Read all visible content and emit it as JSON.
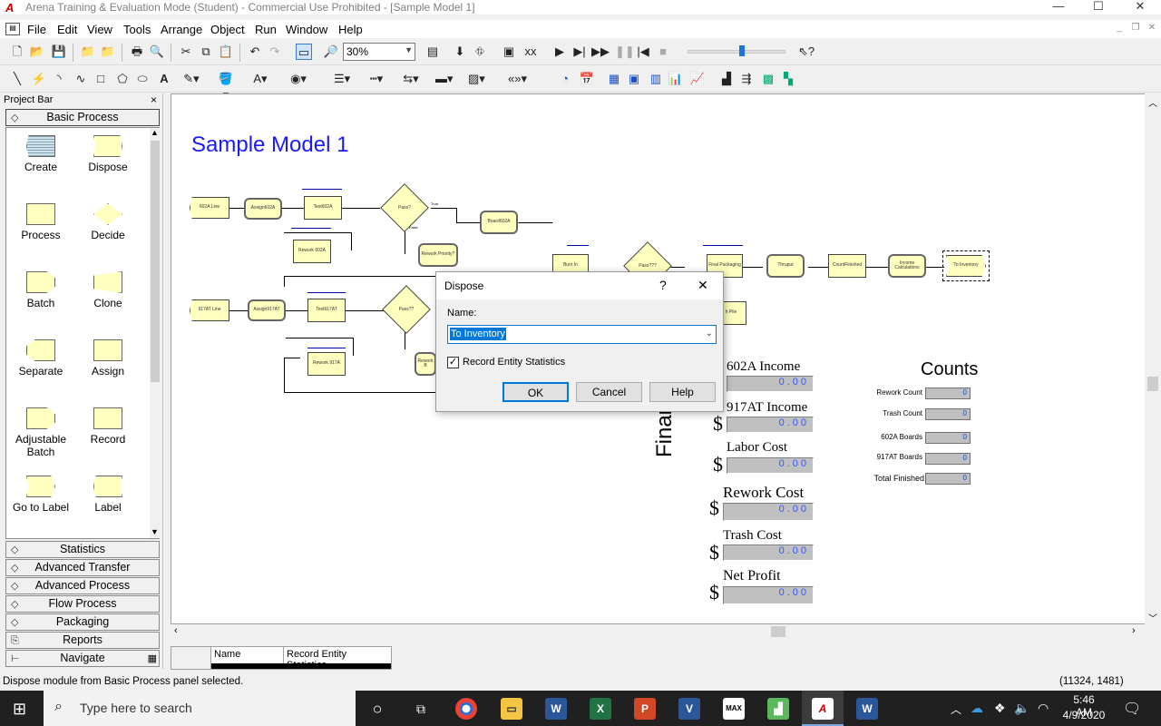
{
  "window": {
    "title": "Arena Training & Evaluation Mode (Student) - Commercial Use Prohibited - [Sample Model 1]",
    "minimize": "—",
    "maximize": "☐",
    "close": "✕"
  },
  "menu": [
    "File",
    "Edit",
    "View",
    "Tools",
    "Arrange",
    "Object",
    "Run",
    "Window",
    "Help"
  ],
  "toolbar": {
    "zoom_value": "30%"
  },
  "project_bar": {
    "title": "Project Bar",
    "close": "×",
    "active_panel": "Basic Process",
    "modules": [
      {
        "label": "Create",
        "icon": "create-module-icon"
      },
      {
        "label": "Dispose",
        "icon": "dispose-module-icon"
      },
      {
        "label": "Process",
        "icon": "process-module-icon"
      },
      {
        "label": "Decide",
        "icon": "decide-module-icon"
      },
      {
        "label": "Batch",
        "icon": "batch-module-icon"
      },
      {
        "label": "Clone",
        "icon": "clone-module-icon"
      },
      {
        "label": "Separate",
        "icon": "separate-module-icon"
      },
      {
        "label": "Assign",
        "icon": "assign-module-icon"
      },
      {
        "label": "Adjustable Batch",
        "icon": "adjustable-batch-module-icon"
      },
      {
        "label": "Record",
        "icon": "record-module-icon"
      },
      {
        "label": "Go to Label",
        "icon": "goto-label-module-icon"
      },
      {
        "label": "Label",
        "icon": "label-module-icon"
      }
    ],
    "panels": [
      "Statistics",
      "Advanced Transfer",
      "Advanced Process",
      "Flow Process",
      "Packaging",
      "Reports",
      "Navigate"
    ]
  },
  "model": {
    "title": "Sample Model 1",
    "blocks": {
      "b602a_line": "602A Line",
      "assign602a": "Assign602A",
      "test602a": "Test602A",
      "pass1": "Pass?",
      "board602a": "Board602A",
      "rework602a": "Rework 602A",
      "rework_priority": "Rework Priority?",
      "burnin": "Burn In",
      "pass3": "Pass???",
      "final_packaging": "Final Packaging",
      "thruput": "Thruput",
      "count_finished": "CountFinished",
      "income_calc": "Income Calculations",
      "to_inventory": "To Inventory",
      "b917at_line": "917AT Line",
      "assign917at": "Assign917AT",
      "test917at": "Test917AT",
      "pass2": "Pass??",
      "rework917a": "Rework 917A",
      "rework_b": "Rework B",
      "trash_pile": "h Pile",
      "true_lbl": "True",
      "false_lbl": "False"
    },
    "financials": {
      "heading": "Financials",
      "rows": [
        {
          "label": "602A Income",
          "value": "0.00"
        },
        {
          "label": "917AT Income",
          "value": "0.00"
        },
        {
          "label": "Labor Cost",
          "value": "0.00"
        },
        {
          "label": "Rework Cost",
          "value": "0.00"
        },
        {
          "label": "Trash Cost",
          "value": "0.00"
        },
        {
          "label": "Net Profit",
          "value": "0.00"
        }
      ],
      "currency": "$"
    },
    "counts": {
      "heading": "Counts",
      "rows": [
        {
          "label": "Rework Count",
          "value": "0"
        },
        {
          "label": "Trash Count",
          "value": "0"
        },
        {
          "label": "602A Boards",
          "value": "0"
        },
        {
          "label": "917AT Boards",
          "value": "0"
        },
        {
          "label": "Total Finished",
          "value": "0"
        }
      ]
    }
  },
  "dialog": {
    "title": "Dispose",
    "help_glyph": "?",
    "close_glyph": "✕",
    "name_label": "Name:",
    "name_value": "To Inventory",
    "record_stats_label": "Record Entity Statistics",
    "record_stats_checked": true,
    "ok": "OK",
    "cancel": "Cancel",
    "help": "Help"
  },
  "grid": {
    "columns": [
      "Name",
      "Record Entity Statistics"
    ]
  },
  "status": {
    "message": "Dispose module from Basic Process panel selected.",
    "coords": "(11324, 1481)"
  },
  "taskbar": {
    "search_placeholder": "Type here to search",
    "time": "5:46 AM",
    "date": "4/9/2020"
  }
}
